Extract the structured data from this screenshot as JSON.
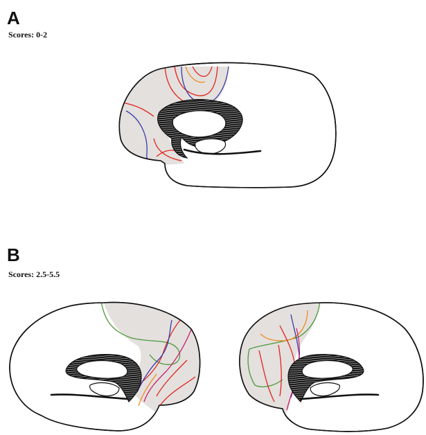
{
  "panel_a": {
    "letter": "A",
    "caption": "Scores: 0-2"
  },
  "panel_b": {
    "letter": "B",
    "caption": "Scores: 2.5-5.5"
  },
  "colors": {
    "lesion_fill": "#e4e0de",
    "red": "#e0231c",
    "orange": "#f08a1e",
    "blue": "#3a3aa8",
    "green": "#4a9a3a",
    "magenta": "#c8206e",
    "outline": "#111111"
  }
}
